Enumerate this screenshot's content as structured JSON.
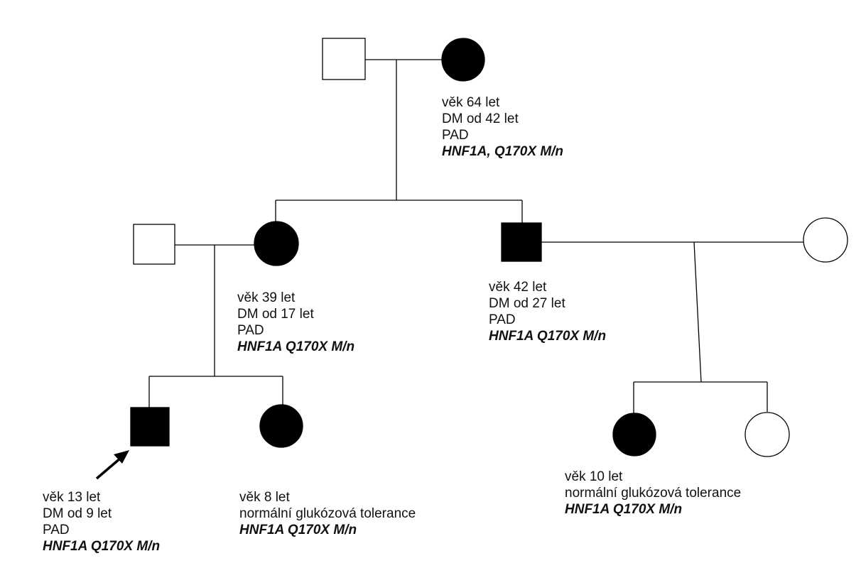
{
  "colors": {
    "affected": "#000000",
    "unaffected": "#ffffff",
    "line": "#000000"
  },
  "individuals": {
    "grandfather": {
      "sex": "male",
      "affected": false
    },
    "grandmother": {
      "sex": "female",
      "affected": true,
      "info": [
        "věk 64 let",
        "DM od 42 let",
        "PAD"
      ],
      "gene": "HNF1A, Q170X M/n"
    },
    "mother_spouse": {
      "sex": "male",
      "affected": false
    },
    "mother": {
      "sex": "female",
      "affected": true,
      "info": [
        "věk 39 let",
        "DM od 17 let",
        "PAD"
      ],
      "gene": "HNF1A Q170X M/n"
    },
    "uncle": {
      "sex": "male",
      "affected": true,
      "info": [
        "věk 42 let",
        "DM od 27 let",
        "PAD"
      ],
      "gene": "HNF1A Q170X M/n"
    },
    "uncle_spouse": {
      "sex": "female",
      "affected": false
    },
    "proband": {
      "sex": "male",
      "affected": true,
      "is_proband": true,
      "info": [
        "věk 13 let",
        "DM od 9 let",
        "PAD"
      ],
      "gene": "HNF1A Q170X M/n"
    },
    "sister": {
      "sex": "female",
      "affected": true,
      "info": [
        "věk 8 let",
        "normální glukózová tolerance"
      ],
      "gene": "HNF1A Q170X M/n"
    },
    "cousin1": {
      "sex": "female",
      "affected": true,
      "info": [
        "věk 10 let",
        "normální glukózová tolerance"
      ],
      "gene": "HNF1A Q170X M/n"
    },
    "cousin2": {
      "sex": "female",
      "affected": false
    }
  }
}
